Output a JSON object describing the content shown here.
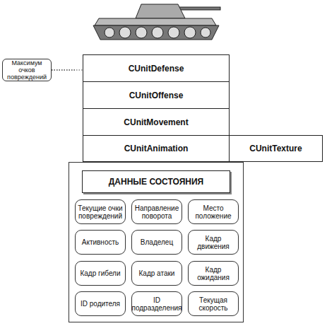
{
  "diagram": {
    "nodes": [
      {
        "text": [
          "Максимум очков повреждений"
        ]
      },
      {
        "text": [
          "CUnitDefense"
        ]
      },
      {
        "text": [
          "CUnitOffense"
        ]
      },
      {
        "text": [
          "CUnitMovement"
        ]
      },
      {
        "text": [
          "CUnitAnimation"
        ]
      },
      {
        "text": [
          "CUnitTexture"
        ]
      },
      {
        "text": [
          "ДАННЫЕ СОСТОЯНИЯ"
        ]
      },
      {
        "text": [
          "Текущие очки повреждений"
        ],
        "in": 6
      },
      {
        "text": [
          "Направление поворота"
        ],
        "in": 6
      },
      {
        "text": [
          "Место положение"
        ],
        "in": 6
      },
      {
        "text": [
          "Активность"
        ],
        "in": 6
      },
      {
        "text": [
          "Владелец"
        ],
        "in": 6
      },
      {
        "text": [
          "Кадр движения"
        ],
        "in": 6
      },
      {
        "text": [
          "Кадр гибели"
        ],
        "in": 6
      },
      {
        "text": [
          "Кадр атаки"
        ],
        "in": 6
      },
      {
        "text": [
          "Кадр ожидания"
        ],
        "in": 6
      },
      {
        "text": [
          "ID родителя"
        ],
        "in": 6
      },
      {
        "text": [
          "ID подразделения"
        ],
        "in": 6
      },
      {
        "text": [
          "Текущая скорость"
        ],
        "in": 6
      }
    ],
    "edges": [
      {
        "from": 0,
        "to": 1,
        "arrow": "none"
      },
      {
        "from": 0,
        "to": 7,
        "arrow": "none"
      }
    ]
  }
}
